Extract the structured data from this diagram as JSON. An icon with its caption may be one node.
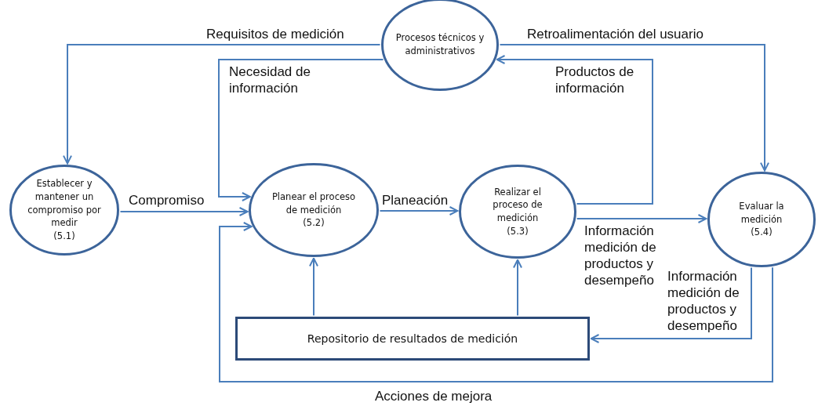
{
  "diagram": {
    "nodes": [
      {
        "text": [
          "Procesos técnicos y administrativos"
        ]
      },
      {
        "text": [
          "Establecer y mantener un compromiso por medir",
          "(5.1)"
        ]
      },
      {
        "text": [
          "Planear el proceso de medición",
          "(5.2)"
        ]
      },
      {
        "text": [
          "Realizar el proceso de medición",
          "(5.3)"
        ]
      },
      {
        "text": [
          "Evaluar la medición",
          "(5.4)"
        ]
      },
      {
        "text": [
          "Repositorio de resultados de medición"
        ]
      }
    ],
    "edges": [
      {
        "from": 0,
        "to": 1,
        "arrow": "to",
        "label": "Requisitos de medición"
      },
      {
        "from": 0,
        "to": 2,
        "arrow": "to",
        "label": "Necesidad de información"
      },
      {
        "from": 1,
        "to": 2,
        "arrow": "to",
        "label": "Compromiso"
      },
      {
        "from": 4,
        "to": 2,
        "arrow": "to",
        "label": "Acciones de mejora"
      },
      {
        "from": 2,
        "to": 3,
        "arrow": "to",
        "label": "Planeación"
      },
      {
        "from": 3,
        "to": 0,
        "arrow": "to",
        "label": "Productos de información"
      },
      {
        "from": 0,
        "to": 4,
        "arrow": "to",
        "label": "Retroalimentación del usuario"
      },
      {
        "from": 3,
        "to": 4,
        "arrow": "to",
        "label": "Información medición de productos y desempeño"
      },
      {
        "from": 4,
        "to": 5,
        "arrow": "to",
        "label": "Información medición de productos y desempeño"
      },
      {
        "from": 5,
        "to": 2,
        "arrow": "to"
      },
      {
        "from": 5,
        "to": 3,
        "arrow": "to"
      }
    ]
  }
}
